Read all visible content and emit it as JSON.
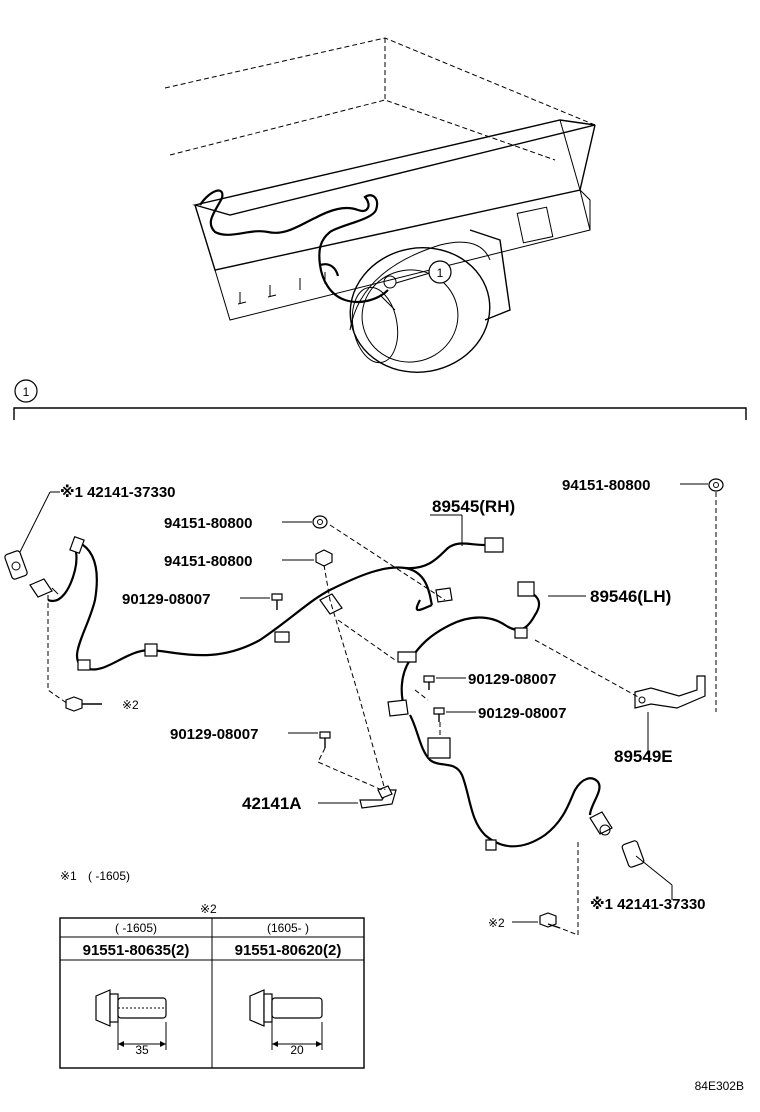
{
  "callout_circle": "1",
  "section_marker": "1",
  "labels": {
    "sensor_lh_top": "※1 42141-37330",
    "nut_a": "94151-80800",
    "nut_b": "94151-80800",
    "nut_c": "94151-80800",
    "harness_rh": "89545(RH)",
    "harness_lh": "89546(LH)",
    "bolt_a": "90129-08007",
    "bolt_b": "90129-08007",
    "bolt_c": "90129-08007",
    "bolt_d": "90129-08007",
    "bracket": "89549E",
    "clip": "42141A",
    "sensor_rh_bottom": "※1 42141-37330",
    "note2_left": "※2",
    "note2_bottom": "※2"
  },
  "note1": {
    "mark": "※1",
    "range": "(      -1605)"
  },
  "table": {
    "mark": "※2",
    "col1_range": "(      -1605)",
    "col2_range": "(1605-      )",
    "col1_part": "91551-80635(2)",
    "col2_part": "91551-80620(2)",
    "col1_dim": "35",
    "col2_dim": "20"
  },
  "figure_ref": "84E302B"
}
